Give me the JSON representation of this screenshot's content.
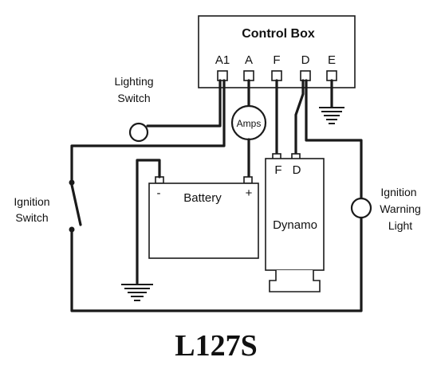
{
  "control_box": {
    "title": "Control Box",
    "terminals": [
      "A1",
      "A",
      "F",
      "D",
      "E"
    ]
  },
  "lighting_switch": {
    "line1": "Lighting",
    "line2": "Switch"
  },
  "ignition_switch": {
    "line1": "Ignition",
    "line2": "Switch"
  },
  "ammeter": {
    "label": "Amps"
  },
  "battery": {
    "label": "Battery",
    "neg": "-",
    "pos": "+"
  },
  "dynamo": {
    "label": "Dynamo",
    "term_f": "F",
    "term_d": "D"
  },
  "warning_light": {
    "line1": "Ignition",
    "line2": "Warning",
    "line3": "Light"
  },
  "caption": "L127S"
}
